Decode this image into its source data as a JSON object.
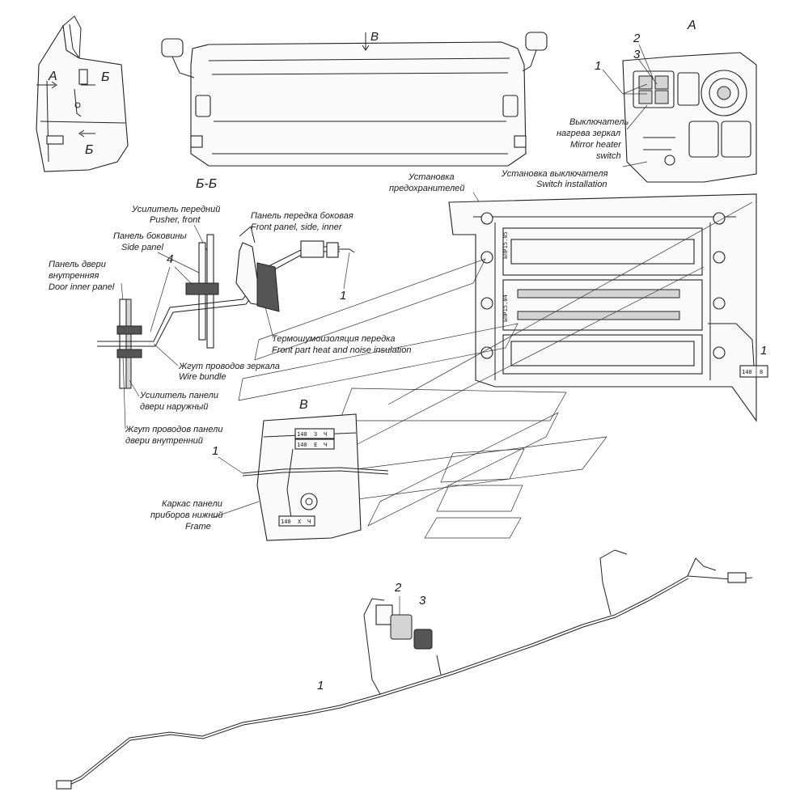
{
  "views": {
    "view_a_marker": "А",
    "view_b_marker": "Б",
    "view_v_marker": "В",
    "section_title": "Б-Б",
    "detail_a_title": "А",
    "detail_v_title": "В"
  },
  "callouts": {
    "n1": "1",
    "n2": "2",
    "n3": "3",
    "n4": "4"
  },
  "labels": {
    "mirror_switch_ru1": "Выключатель",
    "mirror_switch_ru2": "нагрева зеркал",
    "mirror_switch_en1": "Mirror heater",
    "mirror_switch_en2": "switch",
    "switch_install_ru": "Установка выключателя",
    "switch_install_en": "Switch installation",
    "fuse_install_ru1": "Установка",
    "fuse_install_ru2": "предохранителей",
    "pusher_ru": "Усилитель передний",
    "pusher_en": "Pusher, front",
    "side_panel_ru": "Панель боковины",
    "side_panel_en": "Side panel",
    "door_inner_ru1": "Панель двери",
    "door_inner_ru2": "внутренняя",
    "door_inner_en": "Door inner panel",
    "front_panel_ru": "Панель передка боковая",
    "front_panel_en": "Front panel, side, inner",
    "insulation_ru": "Термошумоизоляция передка",
    "insulation_en": "Front part heat and noise insulation",
    "wire_bundle_ru": "Жгут проводов зеркала",
    "wire_bundle_en": "Wire bundle",
    "door_outer_ru1": "Усилитель панели",
    "door_outer_ru2": "двери наружный",
    "door_harness_ru1": "Жгут проводов панели",
    "door_harness_ru2": "двери внутренний",
    "frame_ru1": "Каркас панели",
    "frame_ru2": "приборов нижний",
    "frame_en": "Frame"
  },
  "fuse_blocks": {
    "block1": "БПР15.05",
    "block2": "БПР15.04"
  },
  "tags": {
    "tag_fuse": [
      "140",
      "8"
    ],
    "tag_row1": [
      "140",
      "3",
      "Ч"
    ],
    "tag_row2": [
      "140",
      "Е",
      "Ч"
    ],
    "tag_row3": [
      "140",
      "Х",
      "Ч"
    ]
  }
}
